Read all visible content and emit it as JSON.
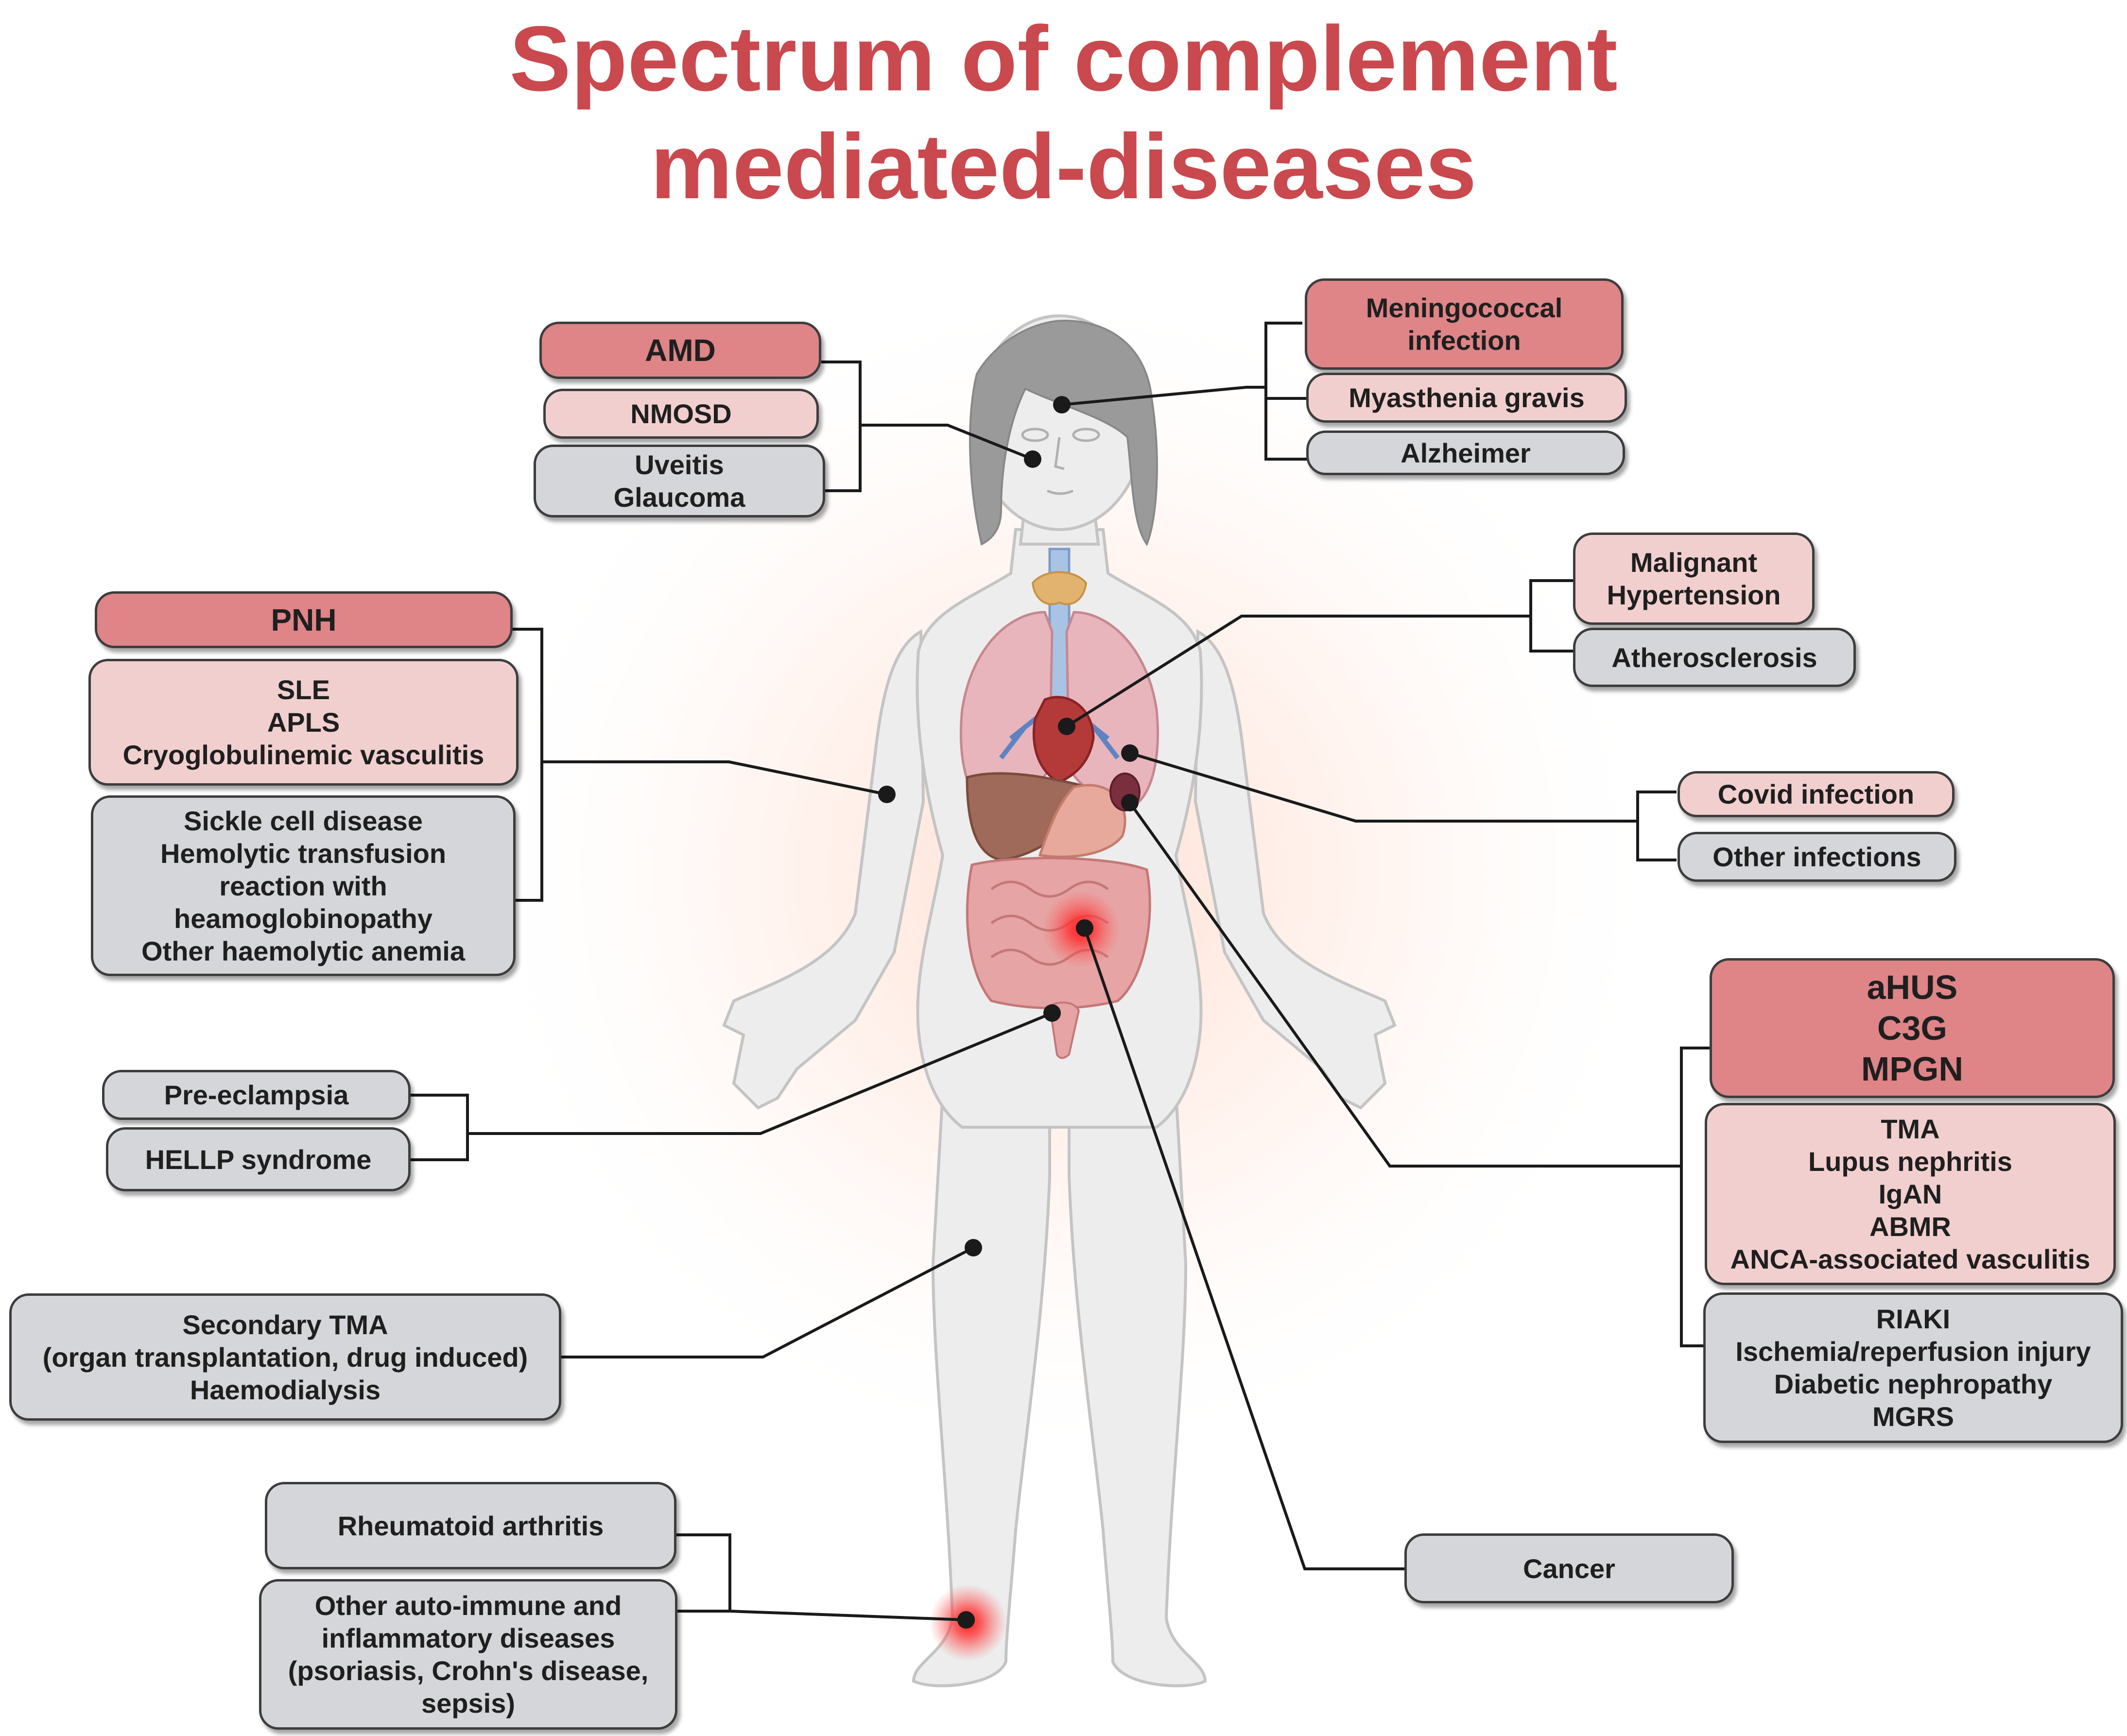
{
  "title": {
    "line1": "Spectrum of complement",
    "line2": "mediated-diseases"
  },
  "colors": {
    "title": "#c9494e",
    "severe": "#df8487",
    "moderate": "#f2cfcf",
    "grey": "#d5d6d9",
    "body": "#eeeeee",
    "hair": "#9a9a9a",
    "inflammation": "#ff2a2a"
  },
  "boxes": {
    "amd": [
      "AMD"
    ],
    "nmosd": [
      "NMOSD"
    ],
    "uveitis": [
      "Uveitis",
      "Glaucoma"
    ],
    "meningococcal": [
      "Meningococcal",
      "infection"
    ],
    "myasthenia": [
      "Myasthenia gravis"
    ],
    "alzheimer": [
      "Alzheimer"
    ],
    "malignant": [
      "Malignant",
      "Hypertension"
    ],
    "atherosclerosis": [
      "Atherosclerosis"
    ],
    "pnh": [
      "PNH"
    ],
    "sle": [
      "SLE",
      "APLS",
      "Cryoglobulinemic vasculitis"
    ],
    "sickle": [
      "Sickle cell disease",
      "Hemolytic transfusion",
      "reaction with",
      "heamoglobinopathy",
      "Other haemolytic anemia"
    ],
    "covid": [
      "Covid infection"
    ],
    "other_infections": [
      "Other infections"
    ],
    "ahus": [
      "aHUS",
      "C3G",
      "MPGN"
    ],
    "tma": [
      "TMA",
      "Lupus nephritis",
      "IgAN",
      "ABMR",
      "ANCA-associated vasculitis"
    ],
    "riaki": [
      "RIAKI",
      "Ischemia/reperfusion injury",
      "Diabetic nephropathy",
      "MGRS"
    ],
    "preeclampsia": [
      "Pre-eclampsia"
    ],
    "hellp": [
      "HELLP syndrome"
    ],
    "secondary_tma": [
      "Secondary  TMA",
      "(organ transplantation, drug induced)",
      "Haemodialysis"
    ],
    "rheumatoid": [
      "Rheumatoid arthritis"
    ],
    "autoimmune": [
      "Other auto-immune and",
      "inflammatory diseases",
      "(psoriasis, Crohn's disease,",
      "sepsis)"
    ],
    "cancer": [
      "Cancer"
    ]
  }
}
